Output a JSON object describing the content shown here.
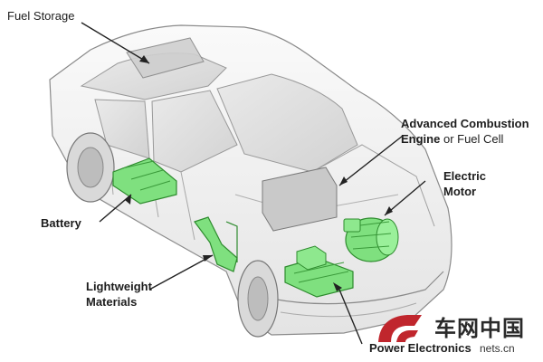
{
  "labels": {
    "fuel_storage": "Fuel Storage",
    "engine_line1": "Advanced Combustion",
    "engine_line2_bold": "Engine",
    "engine_line2_rest": "or Fuel Cell",
    "motor_line1": "Electric",
    "motor_line2": "Motor",
    "battery": "Battery",
    "materials_line1": "Lightweight",
    "materials_line2": "Materials",
    "electronics": "Power Electronics"
  },
  "watermark": {
    "cn_text": "车网中国",
    "url_text": "nets.cn"
  },
  "colors": {
    "component_green": "#7fe07f",
    "component_stroke": "#2e8b2e",
    "car_body_fill": "#f3f3f3",
    "car_outline": "#8a8a8a",
    "label_text": "#1d1d1d",
    "logo_red": "#c0262d"
  }
}
